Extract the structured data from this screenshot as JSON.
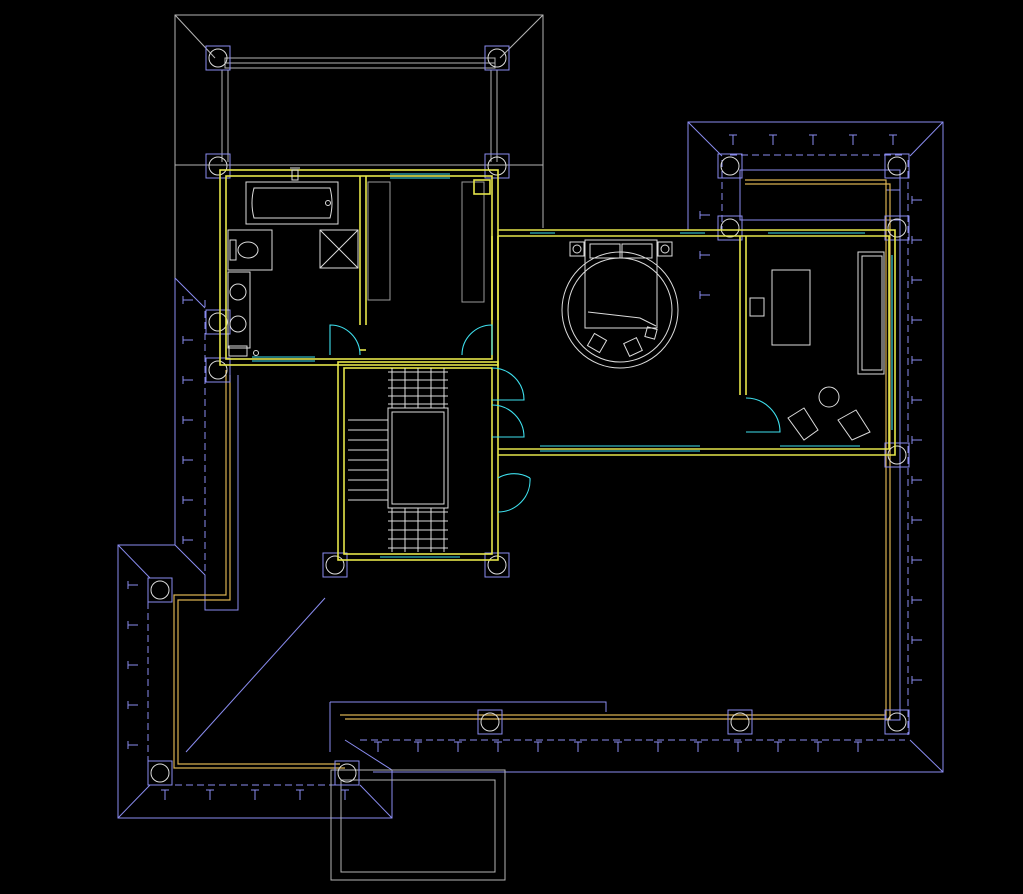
{
  "drawing": {
    "background": "#000000",
    "colors": {
      "wall": "#e6e64a",
      "glass_and_doors": "#3ee0ee",
      "roof_outline": "#8a8cf0",
      "gutter": "#d8b050",
      "terrace": "#b4b4b4",
      "furniture": "#dcdcdc"
    },
    "rooms": [
      "bathroom",
      "walk-in-closet",
      "staircase",
      "bedroom",
      "study",
      "roof-terrace"
    ],
    "icons": [
      "bathtub-icon",
      "toilet-icon",
      "shower-icon",
      "sink-icon",
      "bed-icon",
      "round-rug-icon",
      "armchair-icon",
      "desk-icon",
      "column-icon"
    ]
  }
}
